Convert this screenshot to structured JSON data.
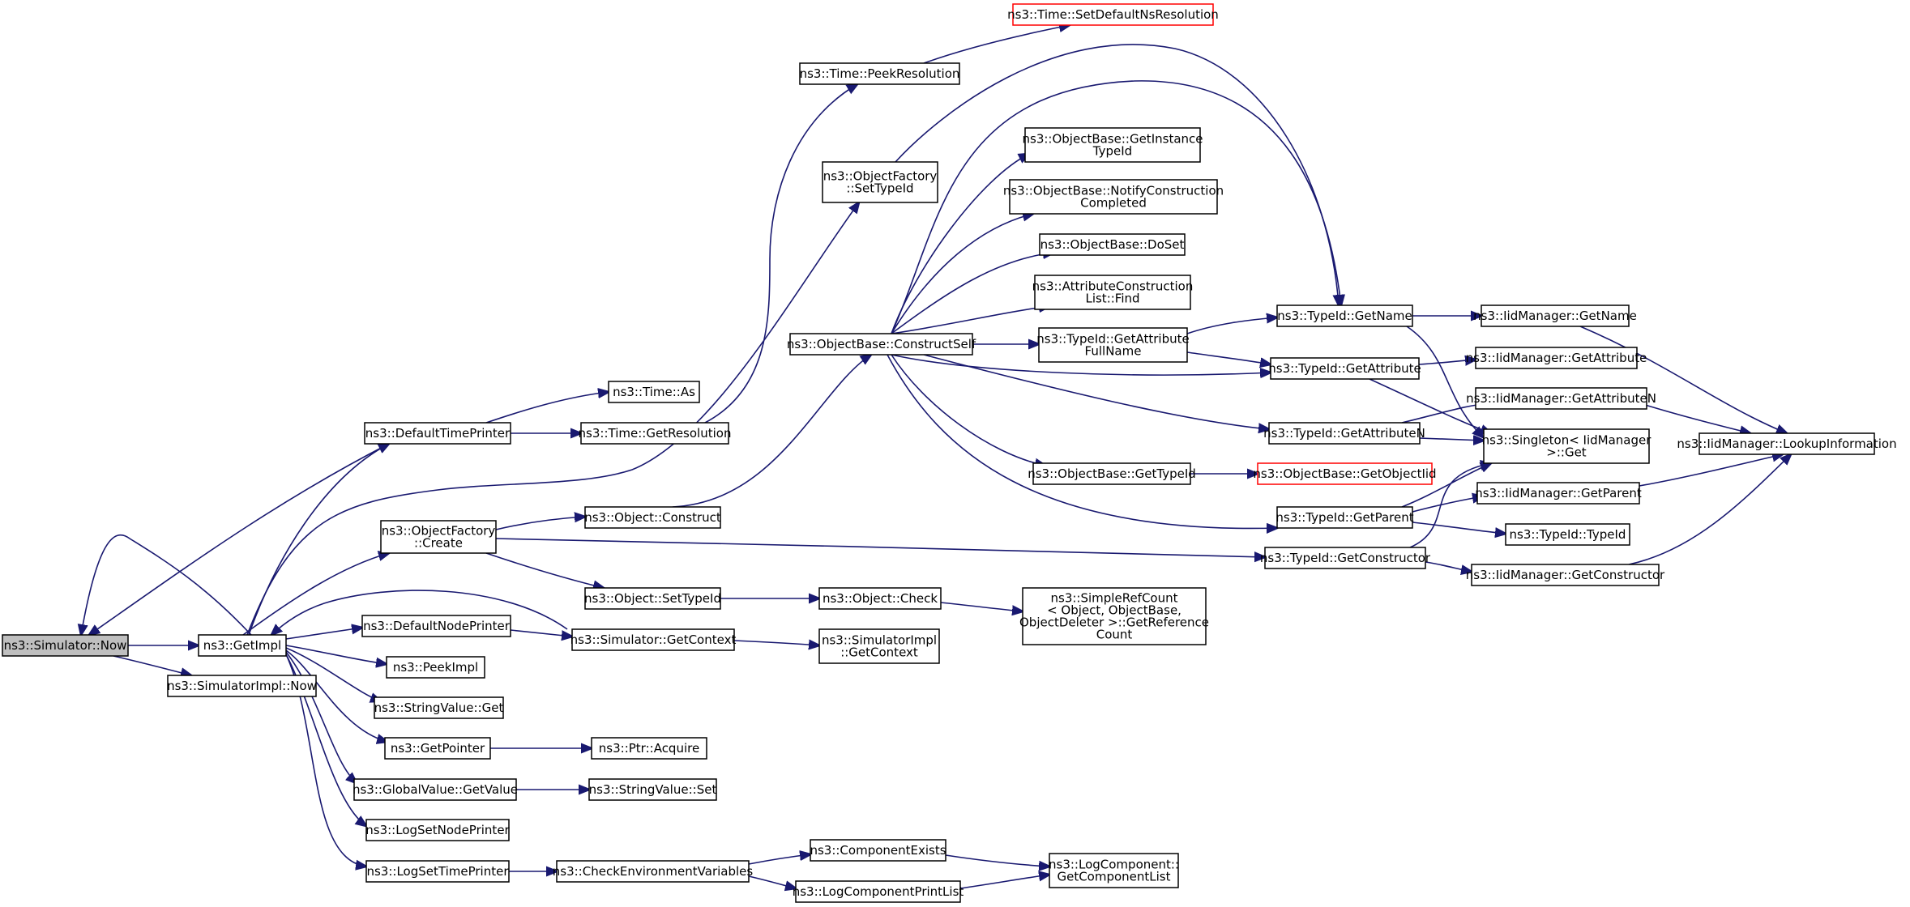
{
  "graph": {
    "nodes": [
      {
        "id": "sim_now",
        "label": [
          "ns3::Simulator::Now"
        ],
        "style": "root"
      },
      {
        "id": "getimpl",
        "label": [
          "ns3::GetImpl"
        ]
      },
      {
        "id": "simimpl_now",
        "label": [
          "ns3::SimulatorImpl::Now"
        ]
      },
      {
        "id": "def_time_printer",
        "label": [
          "ns3::DefaultTimePrinter"
        ]
      },
      {
        "id": "time_as",
        "label": [
          "ns3::Time::As"
        ]
      },
      {
        "id": "time_getres",
        "label": [
          "ns3::Time::GetResolution"
        ]
      },
      {
        "id": "time_peekres",
        "label": [
          "ns3::Time::PeekResolution"
        ]
      },
      {
        "id": "time_setdefault",
        "label": [
          "ns3::Time::SetDefaultNsResolution"
        ],
        "style": "truncated"
      },
      {
        "id": "of_settypeid",
        "label": [
          "ns3::ObjectFactory",
          "::SetTypeId"
        ]
      },
      {
        "id": "ob_getinst",
        "label": [
          "ns3::ObjectBase::GetInstance",
          "TypeId"
        ]
      },
      {
        "id": "ob_notify",
        "label": [
          "ns3::ObjectBase::NotifyConstruction",
          "Completed"
        ]
      },
      {
        "id": "ob_doset",
        "label": [
          "ns3::ObjectBase::DoSet"
        ]
      },
      {
        "id": "acl_find",
        "label": [
          "ns3::AttributeConstruction",
          "List::Find"
        ]
      },
      {
        "id": "ob_construct",
        "label": [
          "ns3::ObjectBase::ConstructSelf"
        ]
      },
      {
        "id": "tid_getattrfull",
        "label": [
          "ns3::TypeId::GetAttribute",
          "FullName"
        ]
      },
      {
        "id": "tid_getname",
        "label": [
          "ns3::TypeId::GetName"
        ]
      },
      {
        "id": "iid_getname",
        "label": [
          "ns3::IidManager::GetName"
        ]
      },
      {
        "id": "tid_getattr",
        "label": [
          "ns3::TypeId::GetAttribute"
        ]
      },
      {
        "id": "iid_getattr",
        "label": [
          "ns3::IidManager::GetAttribute"
        ]
      },
      {
        "id": "iid_getattrn",
        "label": [
          "ns3::IidManager::GetAttributeN"
        ]
      },
      {
        "id": "tid_getattrn",
        "label": [
          "ns3::TypeId::GetAttributeN"
        ]
      },
      {
        "id": "singleton_get",
        "label": [
          "ns3::Singleton< IidManager",
          " >::Get"
        ]
      },
      {
        "id": "iid_lookup",
        "label": [
          "ns3::IidManager::LookupInformation"
        ]
      },
      {
        "id": "ob_gettypeid",
        "label": [
          "ns3::ObjectBase::GetTypeId"
        ]
      },
      {
        "id": "ob_getobjectiid",
        "label": [
          "ns3::ObjectBase::GetObjectIid"
        ],
        "style": "truncated"
      },
      {
        "id": "of_create",
        "label": [
          "ns3::ObjectFactory",
          "::Create"
        ]
      },
      {
        "id": "obj_construct",
        "label": [
          "ns3::Object::Construct"
        ]
      },
      {
        "id": "tid_getparent",
        "label": [
          "ns3::TypeId::GetParent"
        ]
      },
      {
        "id": "iid_getparent",
        "label": [
          "ns3::IidManager::GetParent"
        ]
      },
      {
        "id": "tid_typeid",
        "label": [
          "ns3::TypeId::TypeId"
        ]
      },
      {
        "id": "tid_getctor",
        "label": [
          "ns3::TypeId::GetConstructor"
        ]
      },
      {
        "id": "iid_getctor",
        "label": [
          "ns3::IidManager::GetConstructor"
        ]
      },
      {
        "id": "obj_settypeid",
        "label": [
          "ns3::Object::SetTypeId"
        ]
      },
      {
        "id": "obj_check",
        "label": [
          "ns3::Object::Check"
        ]
      },
      {
        "id": "srefcount",
        "label": [
          "ns3::SimpleRefCount",
          "< Object, ObjectBase,",
          " ObjectDeleter >::GetReference",
          "Count"
        ]
      },
      {
        "id": "def_node_printer",
        "label": [
          "ns3::DefaultNodePrinter"
        ]
      },
      {
        "id": "sim_getcontext",
        "label": [
          "ns3::Simulator::GetContext"
        ]
      },
      {
        "id": "simimpl_getcontext",
        "label": [
          "ns3::SimulatorImpl",
          "::GetContext"
        ]
      },
      {
        "id": "peekimpl",
        "label": [
          "ns3::PeekImpl"
        ]
      },
      {
        "id": "strval_get",
        "label": [
          "ns3::StringValue::Get"
        ]
      },
      {
        "id": "getpointer",
        "label": [
          "ns3::GetPointer"
        ]
      },
      {
        "id": "ptr_acquire",
        "label": [
          "ns3::Ptr::Acquire"
        ]
      },
      {
        "id": "gv_getvalue",
        "label": [
          "ns3::GlobalValue::GetValue"
        ]
      },
      {
        "id": "strval_set",
        "label": [
          "ns3::StringValue::Set"
        ]
      },
      {
        "id": "logsetnode",
        "label": [
          "ns3::LogSetNodePrinter"
        ]
      },
      {
        "id": "logsettime",
        "label": [
          "ns3::LogSetTimePrinter"
        ]
      },
      {
        "id": "checkenv",
        "label": [
          "ns3::CheckEnvironmentVariables"
        ]
      },
      {
        "id": "compexists",
        "label": [
          "ns3::ComponentExists"
        ]
      },
      {
        "id": "logcompprint",
        "label": [
          "ns3::LogComponentPrintList"
        ]
      },
      {
        "id": "logcomp_getlist",
        "label": [
          "ns3::LogComponent::",
          "GetComponentList"
        ]
      }
    ],
    "edges": [
      {
        "from": "sim_now",
        "to": "getimpl"
      },
      {
        "from": "sim_now",
        "to": "simimpl_now"
      },
      {
        "from": "getimpl",
        "to": "sim_now"
      },
      {
        "from": "getimpl",
        "to": "def_time_printer"
      },
      {
        "from": "getimpl",
        "to": "of_settypeid"
      },
      {
        "from": "getimpl",
        "to": "of_create"
      },
      {
        "from": "getimpl",
        "to": "def_node_printer"
      },
      {
        "from": "getimpl",
        "to": "peekimpl"
      },
      {
        "from": "getimpl",
        "to": "strval_get"
      },
      {
        "from": "getimpl",
        "to": "getpointer"
      },
      {
        "from": "getimpl",
        "to": "gv_getvalue"
      },
      {
        "from": "getimpl",
        "to": "logsetnode"
      },
      {
        "from": "getimpl",
        "to": "logsettime"
      },
      {
        "from": "def_time_printer",
        "to": "sim_now"
      },
      {
        "from": "def_time_printer",
        "to": "time_as"
      },
      {
        "from": "def_time_printer",
        "to": "time_getres"
      },
      {
        "from": "time_getres",
        "to": "time_peekres"
      },
      {
        "from": "time_peekres",
        "to": "time_setdefault"
      },
      {
        "from": "of_settypeid",
        "to": "tid_getname"
      },
      {
        "from": "ob_construct",
        "to": "ob_getinst"
      },
      {
        "from": "ob_construct",
        "to": "ob_notify"
      },
      {
        "from": "ob_construct",
        "to": "ob_doset"
      },
      {
        "from": "ob_construct",
        "to": "acl_find"
      },
      {
        "from": "ob_construct",
        "to": "tid_getattrfull"
      },
      {
        "from": "ob_construct",
        "to": "tid_getname"
      },
      {
        "from": "ob_construct",
        "to": "tid_getattr"
      },
      {
        "from": "ob_construct",
        "to": "tid_getattrn"
      },
      {
        "from": "ob_construct",
        "to": "ob_gettypeid"
      },
      {
        "from": "ob_construct",
        "to": "tid_getparent"
      },
      {
        "from": "tid_getattrfull",
        "to": "tid_getname"
      },
      {
        "from": "tid_getattrfull",
        "to": "tid_getattr"
      },
      {
        "from": "tid_getname",
        "to": "iid_getname"
      },
      {
        "from": "tid_getname",
        "to": "singleton_get"
      },
      {
        "from": "tid_getattr",
        "to": "iid_getattr"
      },
      {
        "from": "tid_getattr",
        "to": "singleton_get"
      },
      {
        "from": "tid_getattrn",
        "to": "iid_getattrn"
      },
      {
        "from": "tid_getattrn",
        "to": "singleton_get"
      },
      {
        "from": "iid_getname",
        "to": "iid_lookup"
      },
      {
        "from": "iid_getattrn",
        "to": "iid_lookup"
      },
      {
        "from": "iid_getparent",
        "to": "iid_lookup"
      },
      {
        "from": "iid_getctor",
        "to": "iid_lookup"
      },
      {
        "from": "ob_gettypeid",
        "to": "ob_getobjectiid"
      },
      {
        "from": "of_create",
        "to": "obj_construct"
      },
      {
        "from": "of_create",
        "to": "obj_settypeid"
      },
      {
        "from": "of_create",
        "to": "tid_getctor"
      },
      {
        "from": "obj_construct",
        "to": "ob_construct"
      },
      {
        "from": "tid_getparent",
        "to": "singleton_get"
      },
      {
        "from": "tid_getparent",
        "to": "iid_getparent"
      },
      {
        "from": "tid_getparent",
        "to": "tid_typeid"
      },
      {
        "from": "tid_getctor",
        "to": "singleton_get"
      },
      {
        "from": "tid_getctor",
        "to": "iid_getctor"
      },
      {
        "from": "obj_settypeid",
        "to": "obj_check"
      },
      {
        "from": "obj_check",
        "to": "srefcount"
      },
      {
        "from": "def_node_printer",
        "to": "sim_getcontext"
      },
      {
        "from": "sim_getcontext",
        "to": "getimpl"
      },
      {
        "from": "sim_getcontext",
        "to": "simimpl_getcontext"
      },
      {
        "from": "getpointer",
        "to": "ptr_acquire"
      },
      {
        "from": "gv_getvalue",
        "to": "strval_set"
      },
      {
        "from": "logsettime",
        "to": "checkenv"
      },
      {
        "from": "checkenv",
        "to": "compexists"
      },
      {
        "from": "checkenv",
        "to": "logcompprint"
      },
      {
        "from": "compexists",
        "to": "logcomp_getlist"
      },
      {
        "from": "logcompprint",
        "to": "logcomp_getlist"
      }
    ]
  }
}
